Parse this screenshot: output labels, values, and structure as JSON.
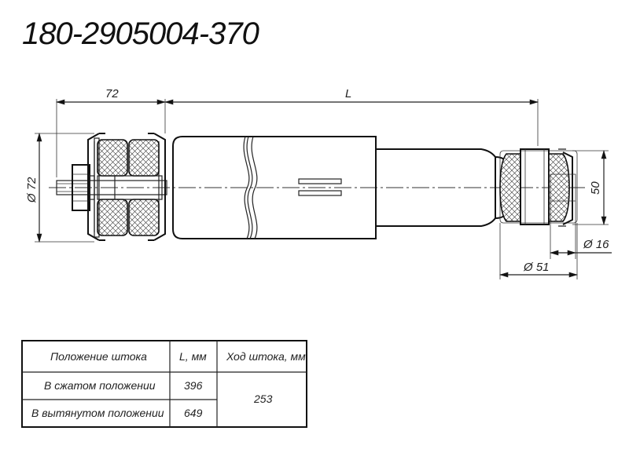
{
  "title": "180-2905004-370",
  "dimensions": {
    "length_top": "72",
    "length_L": "L",
    "dia_left": "Ø 72",
    "height_right": "50",
    "dia_16": "Ø 16",
    "dia_51": "Ø 51"
  },
  "table": {
    "headers": [
      "Положение штока",
      "L, мм",
      "Ход штока, мм"
    ],
    "rows": [
      {
        "position": "В сжатом положении",
        "L": "396"
      },
      {
        "position": "В вытянутом положении",
        "L": "649"
      }
    ],
    "stroke": "253"
  }
}
